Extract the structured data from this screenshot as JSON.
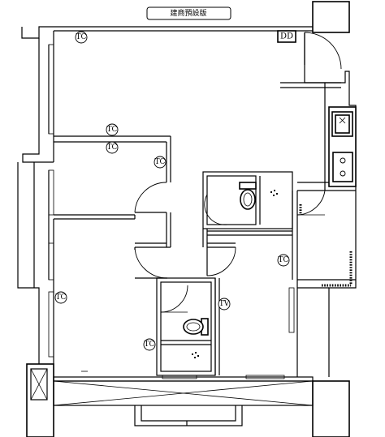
{
  "title_label": "建商預設版",
  "symbols": {
    "tc": "TC",
    "tv": "TV",
    "dd": "DD"
  },
  "colors": {
    "line": "#000000",
    "background": "#ffffff"
  }
}
